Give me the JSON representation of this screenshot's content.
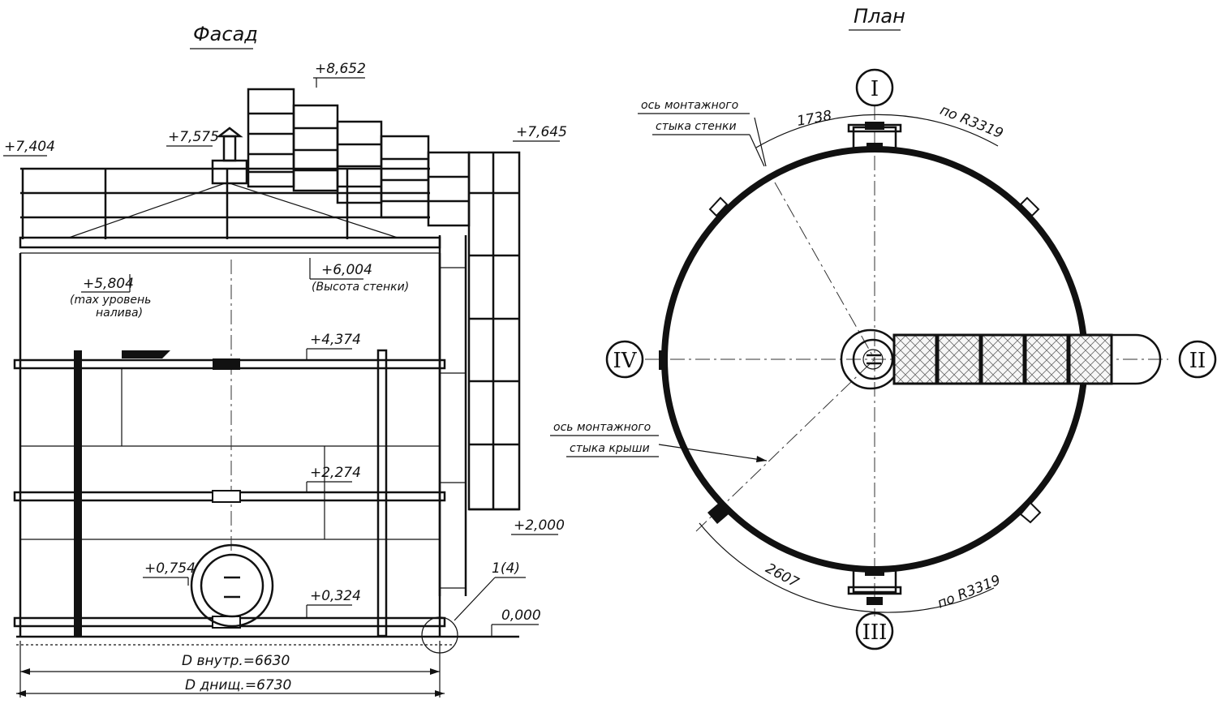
{
  "facade": {
    "title": "Фасад",
    "elev_top": "+8,652",
    "elev_left": "+7,404",
    "elev_vent": "+7,575",
    "elev_right": "+7,645",
    "elev_max_level": "+5,804",
    "max_level_note_1": "(max уровень",
    "max_level_note_2": "налива)",
    "elev_wall_height": "+6,004",
    "wall_height_note": "(Высота стенки)",
    "elev_ring_1": "+4,374",
    "elev_ring_2": "+2,274",
    "elev_ring_3": "+0,324",
    "elev_manhole": "+0,754",
    "elev_stair_base": "+2,000",
    "elev_ground": "0,000",
    "detail_ref": "1(4)",
    "dim_inner": "D внутр.=6630",
    "dim_bottom": "D днищ.=6730"
  },
  "plan": {
    "title": "План",
    "label_i": "I",
    "label_ii": "II",
    "label_iii": "III",
    "label_iv": "IV",
    "wall_seam_note_1": "ось монтажного",
    "wall_seam_note_2": "стыка стенки",
    "roof_seam_note_1": "ось монтажного",
    "roof_seam_note_2": "стыка крыши",
    "arc_dim_top": "1738",
    "arc_radius_top": "по R3319",
    "arc_dim_bottom": "2607",
    "arc_radius_bottom": "по R3319"
  }
}
